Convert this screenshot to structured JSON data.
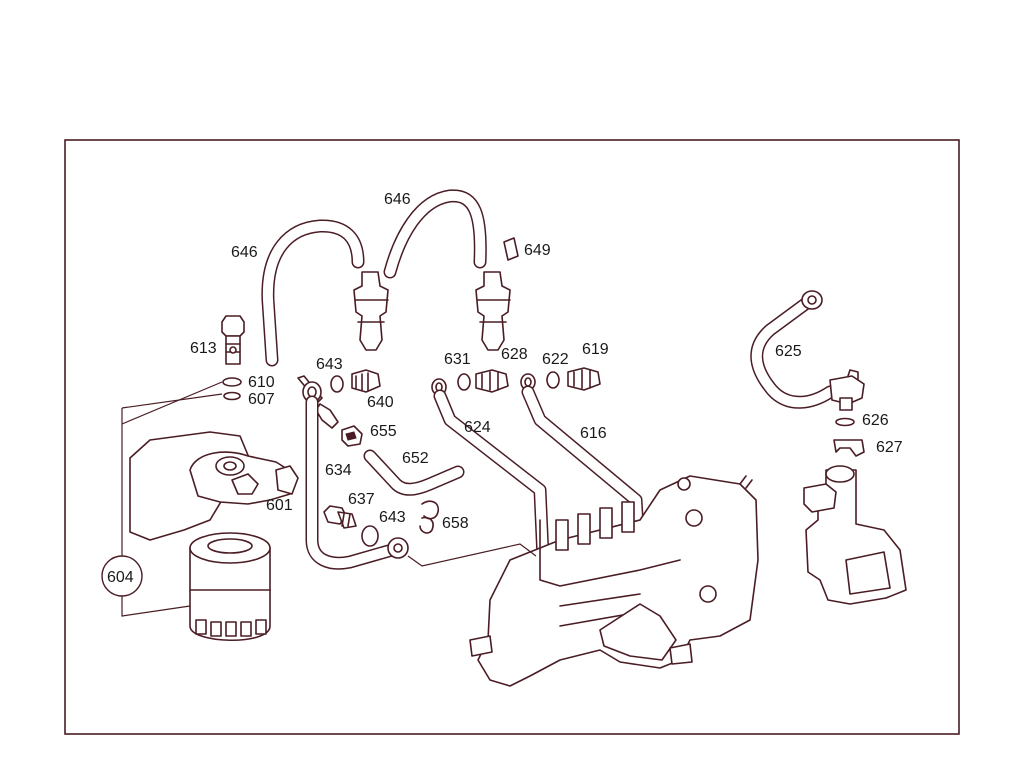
{
  "diagram": {
    "labels": {
      "l646a": "646",
      "l646b": "646",
      "l649": "649",
      "l613": "613",
      "l643a": "643",
      "l631": "631",
      "l628": "628",
      "l622": "622",
      "l619": "619",
      "l625": "625",
      "l610": "610",
      "l607": "607",
      "l640": "640",
      "l624": "624",
      "l616": "616",
      "l626": "626",
      "l655": "655",
      "l627": "627",
      "l652": "652",
      "l634": "634",
      "l601": "601",
      "l637": "637",
      "l643b": "643",
      "l658": "658",
      "l604": "604"
    },
    "line_color": "#4a1d24",
    "background_color": "#ffffff"
  }
}
